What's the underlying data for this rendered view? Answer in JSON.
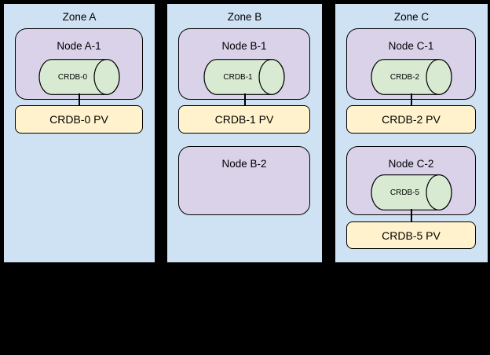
{
  "canvas": {
    "background": "#000000"
  },
  "colors": {
    "canvas_bg": "#000000",
    "zone_fill": "#cfe2f3",
    "node_fill": "#d9d2e9",
    "cylinder_fill": "#d9ead3",
    "pv_fill": "#fff2cc",
    "border": "#000000"
  },
  "zones": [
    {
      "title": "Zone A",
      "stacks": [
        {
          "node_label": "Node A-1",
          "cylinder_label": "CRDB-0",
          "pv_label": "CRDB-0 PV"
        }
      ]
    },
    {
      "title": "Zone B",
      "stacks": [
        {
          "node_label": "Node B-1",
          "cylinder_label": "CRDB-1",
          "pv_label": "CRDB-1 PV"
        },
        {
          "node_label": "Node B-2"
        }
      ]
    },
    {
      "title": "Zone C",
      "stacks": [
        {
          "node_label": "Node C-1",
          "cylinder_label": "CRDB-2",
          "pv_label": "CRDB-2 PV"
        },
        {
          "node_label": "Node C-2",
          "cylinder_label": "CRDB-5",
          "pv_label": "CRDB-5 PV"
        }
      ]
    }
  ]
}
